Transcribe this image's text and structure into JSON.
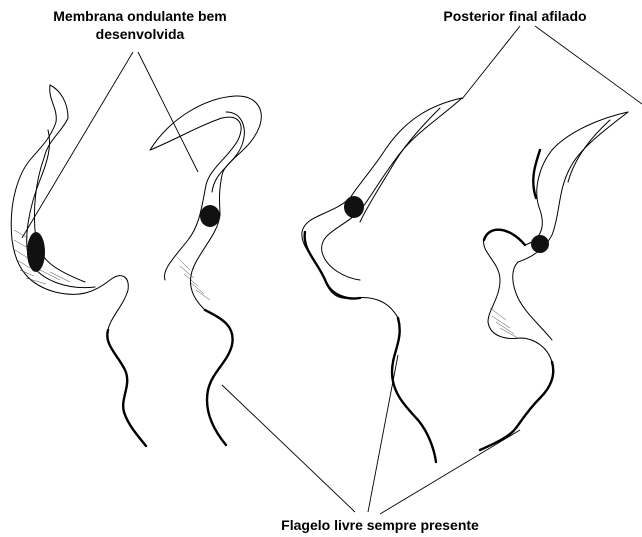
{
  "labels": {
    "membrane": {
      "line1": "Membrana ondulante bem",
      "line2": "desenvolvida"
    },
    "posterior": "Posterior final afilado",
    "flagellum": "Flagelo livre sempre presente"
  }
}
